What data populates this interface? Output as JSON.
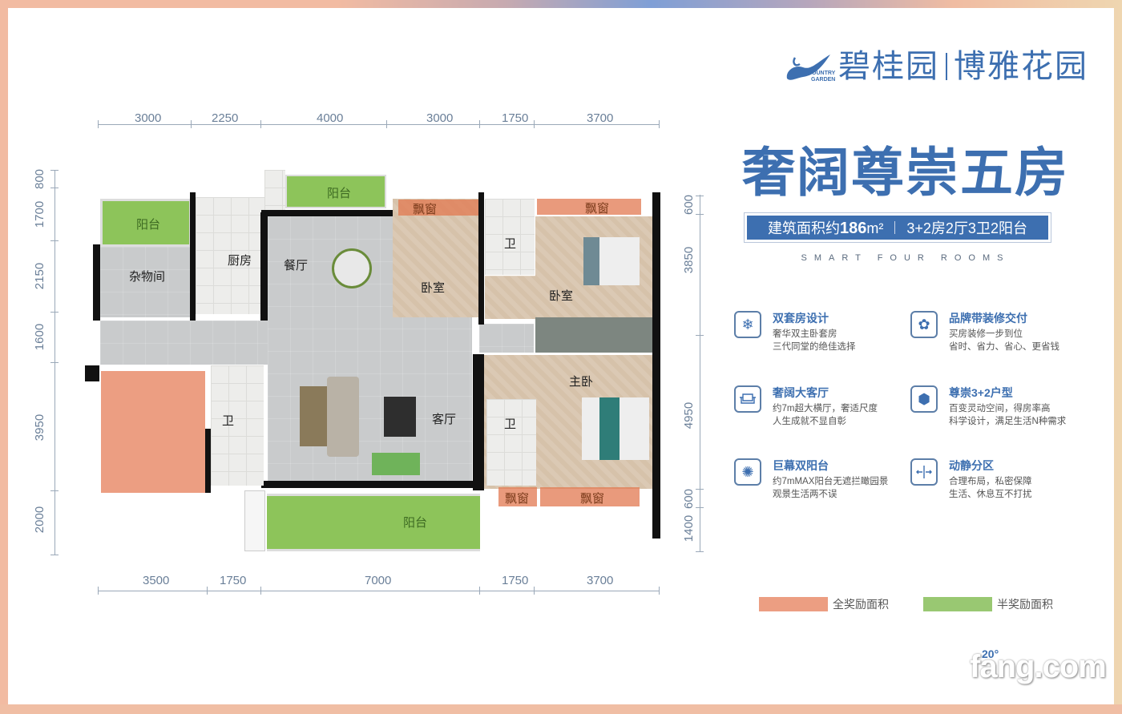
{
  "brand": {
    "logo_text": "碧桂园",
    "project_name": "博雅花园",
    "logo_sub_line1": "COUNTRY",
    "logo_sub_line2": "GARDEN"
  },
  "headline": "奢阔尊崇五房",
  "info_bar": {
    "area_prefix": "建筑面积约",
    "area_value": "186",
    "area_unit": "m²",
    "layout": "3+2房2厅3卫2阳台"
  },
  "subtitle": "SMART FOUR ROOMS",
  "features": [
    {
      "icon": "snowflake-hexagon-icon",
      "glyph": "❄",
      "title": "双套房设计",
      "desc1": "奢华双主卧套房",
      "desc2": "三代同堂的绝佳选择"
    },
    {
      "icon": "flower-gear-icon",
      "glyph": "✿",
      "title": "品牌带装修交付",
      "desc1": "买房装修一步到位",
      "desc2": "省时、省力、省心、更省钱"
    },
    {
      "icon": "sofa-icon",
      "glyph": "🛋",
      "title": "奢阔大客厅",
      "desc1": "约7m超大横厅，奢适尺度",
      "desc2": "人生成就不显自彰"
    },
    {
      "icon": "hexagon-cube-icon",
      "glyph": "⬢",
      "title": "尊崇3+2户型",
      "desc1": "百变灵动空间，得房率高",
      "desc2": "科学设计，满足生活N种需求"
    },
    {
      "icon": "burst-icon",
      "glyph": "✺",
      "title": "巨幕双阳台",
      "desc1": "约7mMAX阳台无遮拦瞰园景",
      "desc2": "观景生活两不误"
    },
    {
      "icon": "split-arrows-icon",
      "glyph": "⇹",
      "title": "动静分区",
      "desc1": "合理布局，私密保障",
      "desc2": "生活、休息互不打扰"
    }
  ],
  "legend": [
    {
      "label": "全奖励面积",
      "color": "#ec9e82"
    },
    {
      "label": "半奖励面积",
      "color": "#99c872"
    }
  ],
  "dimensions": {
    "top": [
      "3000",
      "2250",
      "4000",
      "3000",
      "1750",
      "3700"
    ],
    "bottom": [
      "3500",
      "1750",
      "7000",
      "1750",
      "3700"
    ],
    "left": [
      "800",
      "1700",
      "2150",
      "1600",
      "3950",
      "2000"
    ],
    "right": [
      "600",
      "3850",
      "4950",
      "600",
      "1400"
    ]
  },
  "rooms": {
    "balcony_nw": "阳台",
    "storage": "杂物间",
    "kitchen": "厨房",
    "balcony_n": "阳台",
    "dining": "餐厅",
    "bay_window_1": "飘窗",
    "bedroom_1": "卧室",
    "bath_n": "卫",
    "bay_window_2": "飘窗",
    "bedroom_2": "卧室",
    "master_bedroom": "主卧",
    "bath_master": "卫",
    "bath_w": "卫",
    "living": "客厅",
    "bay_window_3": "飘窗",
    "bay_window_4": "飘窗",
    "balcony_s": "阳台"
  },
  "watermark": {
    "badge": "20°",
    "site": "fang.com"
  }
}
